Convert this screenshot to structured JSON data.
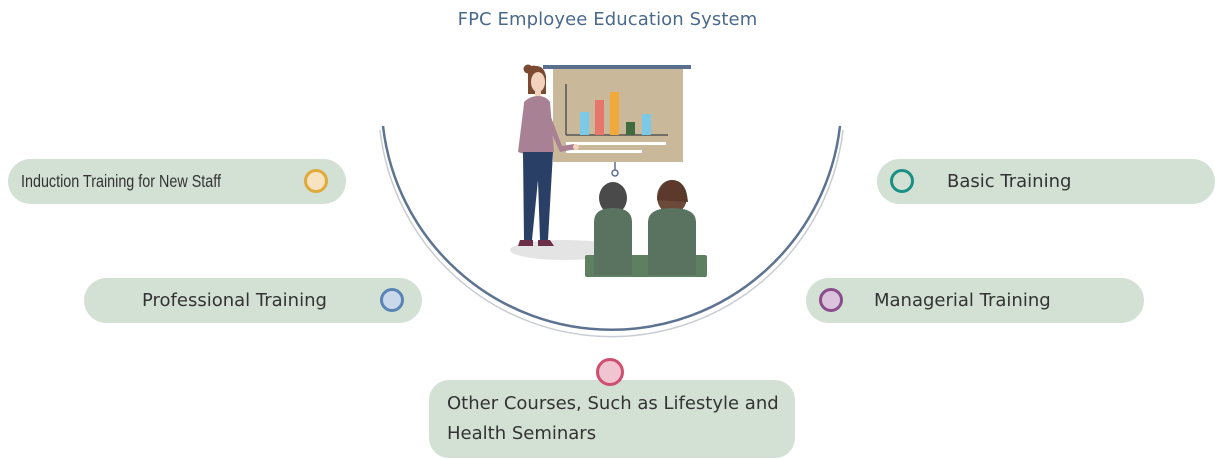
{
  "title": "FPC Employee Education System",
  "items": {
    "induction": {
      "label": "Induction Training for New Staff",
      "ring_color": "#e0a93a",
      "ring_fill": "#f7e3c0"
    },
    "professional": {
      "label": "Professional Training",
      "ring_color": "#5a84b8",
      "ring_fill": "#c9d8ea"
    },
    "basic": {
      "label": "Basic Training",
      "ring_color": "#1a8f84",
      "ring_fill": "#d3e1d5"
    },
    "managerial": {
      "label": "Managerial Training",
      "ring_color": "#8a4d8c",
      "ring_fill": "#dcc3dd"
    },
    "other": {
      "label": "Other Courses, Such as Lifestyle and Health Seminars",
      "ring_color": "#d04f70",
      "ring_fill": "#f1c4d2"
    }
  },
  "colors": {
    "pill_background": "#d3e1d5",
    "arc": "#5d7391",
    "title": "#4a6a8c"
  },
  "illustration": {
    "icon": "presenter-with-chart-icon"
  }
}
